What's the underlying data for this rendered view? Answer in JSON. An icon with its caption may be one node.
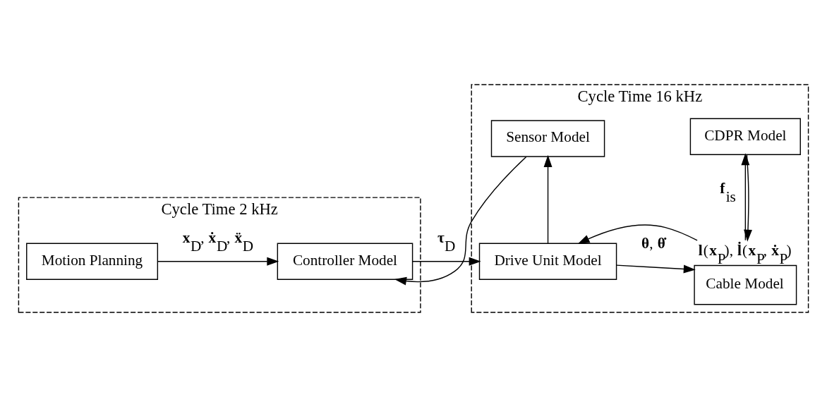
{
  "diagram": {
    "nodes": [
      {
        "text": [
          "Cycle Time 2 kHz"
        ]
      },
      {
        "text": [
          "Motion Planning"
        ],
        "in": 0
      },
      {
        "text": [
          "Controller Model"
        ],
        "in": 0
      },
      {
        "text": [
          "Cycle Time 16 kHz"
        ]
      },
      {
        "text": [
          "Sensor Model"
        ],
        "in": 3
      },
      {
        "text": [
          "Drive Unit Model"
        ],
        "in": 3
      },
      {
        "text": [
          "Cable Model"
        ],
        "in": 3,
        "beside": [
          "**l**(**x**$_{P}$), **l̇**(**x**$_{P}$, **ẋ**$_{P}$)"
        ]
      },
      {
        "text": [
          "CDPR Model"
        ],
        "in": 3
      }
    ],
    "edges": [
      {
        "from": 1,
        "to": 2,
        "arrow": "to",
        "label": "**x**$_{D}$, **ẋ**$_{D}$, **ẍ**$_{D}$"
      },
      {
        "from": 2,
        "to": 5,
        "arrow": "to",
        "label": "**τ**$_{D}$"
      },
      {
        "from": 5,
        "to": 6,
        "arrow": "to",
        "label": "**θ**, **θ̇**"
      },
      {
        "from": 5,
        "to": 4,
        "arrow": "to"
      },
      {
        "from": 4,
        "to": 2,
        "arrow": "to"
      },
      {
        "from": 6,
        "to": 5,
        "arrow": "to"
      },
      {
        "from": 6,
        "to": 7,
        "arrow": "to",
        "label": "**f**$_{is}$"
      },
      {
        "from": 7,
        "to": 6,
        "arrow": "to"
      }
    ]
  }
}
